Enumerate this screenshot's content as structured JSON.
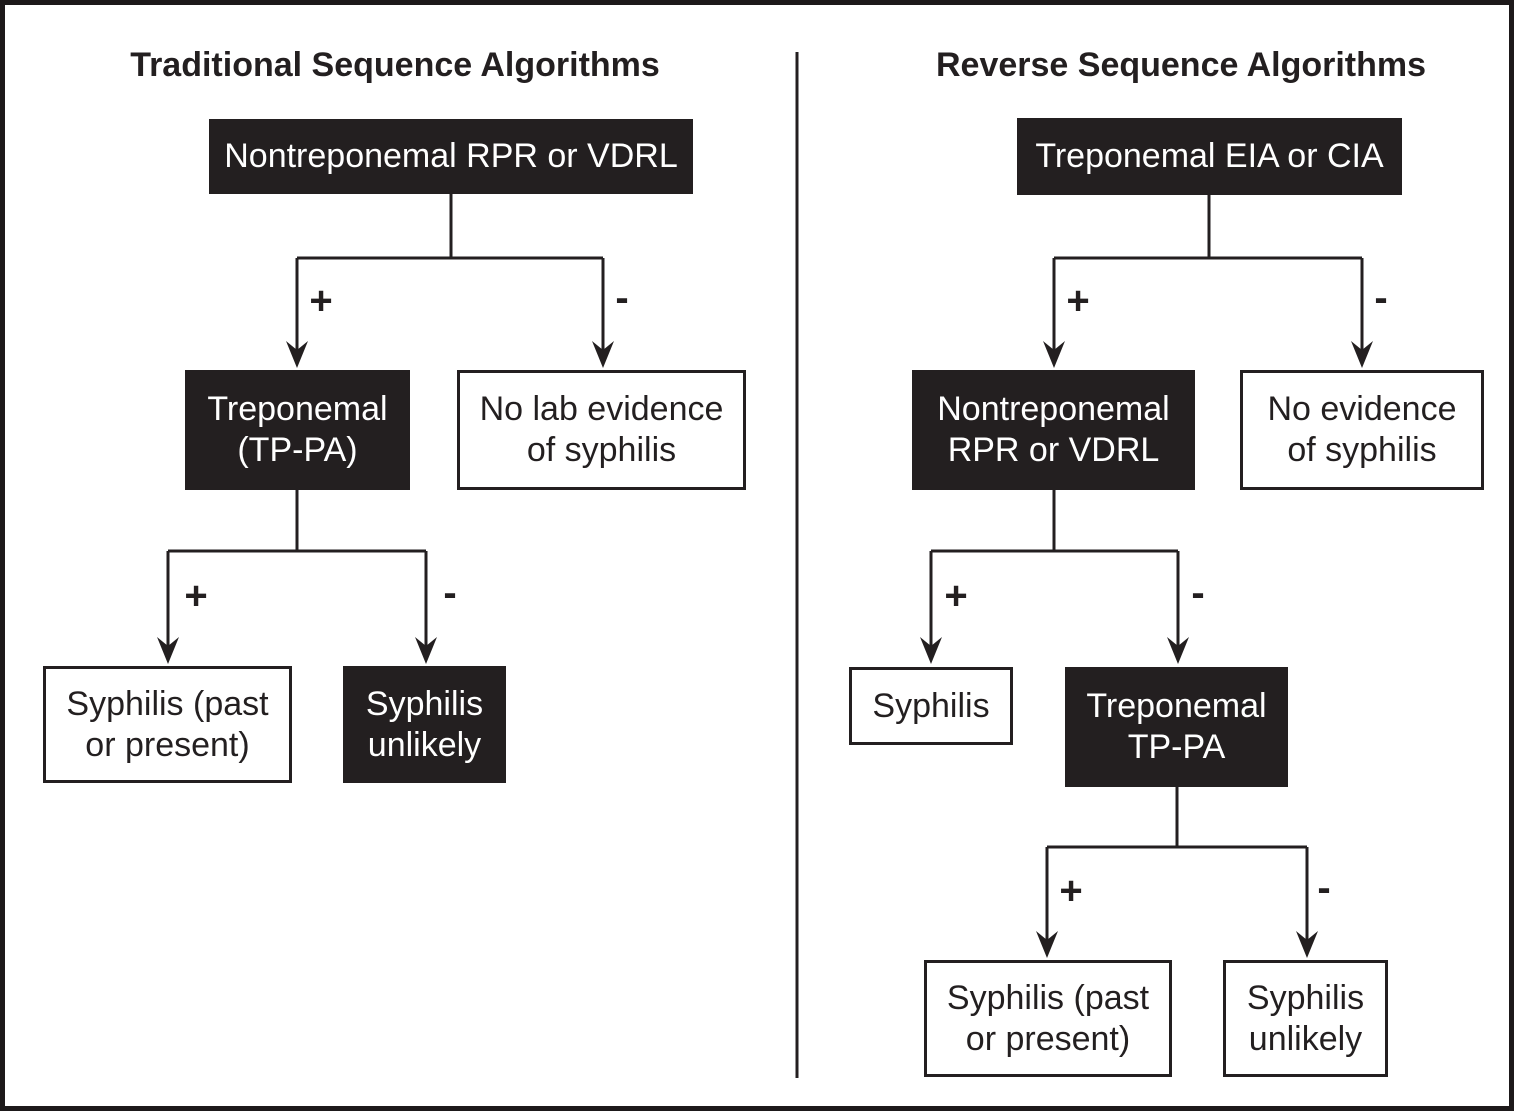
{
  "diagram": {
    "background_color": "#ffffff",
    "ink_color": "#231f20",
    "signs": {
      "positive": "+",
      "negative": "-"
    },
    "panels": [
      {
        "title": "Traditional Sequence Algorithms",
        "nodes": [
          {
            "id": "trad-nontreponemal-rpr-vdrl",
            "style": "filled",
            "lines": [
              "Nontreponemal RPR or VDRL"
            ]
          },
          {
            "id": "trad-treponemal-tppa",
            "style": "filled",
            "lines": [
              "Treponemal",
              "(TP-PA)"
            ]
          },
          {
            "id": "trad-no-lab-evidence",
            "style": "outline",
            "lines": [
              "No lab evidence",
              "of syphilis"
            ]
          },
          {
            "id": "trad-syphilis-past-present",
            "style": "outline",
            "lines": [
              "Syphilis (past",
              "or present)"
            ]
          },
          {
            "id": "trad-syphilis-unlikely",
            "style": "filled",
            "lines": [
              "Syphilis",
              "unlikely"
            ]
          }
        ],
        "edges": [
          {
            "from": "trad-nontreponemal-rpr-vdrl",
            "to": "trad-treponemal-tppa",
            "sign": "+"
          },
          {
            "from": "trad-nontreponemal-rpr-vdrl",
            "to": "trad-no-lab-evidence",
            "sign": "-"
          },
          {
            "from": "trad-treponemal-tppa",
            "to": "trad-syphilis-past-present",
            "sign": "+"
          },
          {
            "from": "trad-treponemal-tppa",
            "to": "trad-syphilis-unlikely",
            "sign": "-"
          }
        ]
      },
      {
        "title": "Reverse Sequence Algorithms",
        "nodes": [
          {
            "id": "rev-treponemal-eia-cia",
            "style": "filled",
            "lines": [
              "Treponemal EIA or CIA"
            ]
          },
          {
            "id": "rev-nontreponemal-rpr-vdrl",
            "style": "filled",
            "lines": [
              "Nontreponemal",
              "RPR or VDRL"
            ]
          },
          {
            "id": "rev-no-evidence",
            "style": "outline",
            "lines": [
              "No evidence",
              "of syphilis"
            ]
          },
          {
            "id": "rev-syphilis",
            "style": "outline",
            "lines": [
              "Syphilis"
            ]
          },
          {
            "id": "rev-treponemal-tppa",
            "style": "filled",
            "lines": [
              "Treponemal",
              "TP-PA"
            ]
          },
          {
            "id": "rev-syphilis-past-present",
            "style": "outline",
            "lines": [
              "Syphilis (past",
              "or present)"
            ]
          },
          {
            "id": "rev-syphilis-unlikely",
            "style": "outline",
            "lines": [
              "Syphilis",
              "unlikely"
            ]
          }
        ],
        "edges": [
          {
            "from": "rev-treponemal-eia-cia",
            "to": "rev-nontreponemal-rpr-vdrl",
            "sign": "+"
          },
          {
            "from": "rev-treponemal-eia-cia",
            "to": "rev-no-evidence",
            "sign": "-"
          },
          {
            "from": "rev-nontreponemal-rpr-vdrl",
            "to": "rev-syphilis",
            "sign": "+"
          },
          {
            "from": "rev-nontreponemal-rpr-vdrl",
            "to": "rev-treponemal-tppa",
            "sign": "-"
          },
          {
            "from": "rev-treponemal-tppa",
            "to": "rev-syphilis-past-present",
            "sign": "+"
          },
          {
            "from": "rev-treponemal-tppa",
            "to": "rev-syphilis-unlikely",
            "sign": "-"
          }
        ]
      }
    ]
  }
}
